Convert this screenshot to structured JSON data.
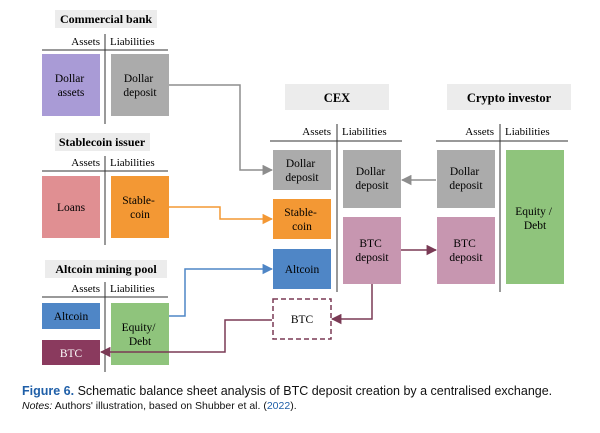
{
  "header_labels": {
    "commercial_bank": "Commercial bank",
    "stablecoin_issuer": "Stablecoin issuer",
    "altcoin_mining_pool": "Altcoin mining pool",
    "cex": "CEX",
    "crypto_investor": "Crypto investor"
  },
  "column_labels": {
    "assets": "Assets",
    "liabilities": "Liabilities"
  },
  "boxes": {
    "dollar_assets": [
      "Dollar",
      "assets"
    ],
    "dollar_deposit_bank": [
      "Dollar",
      "deposit"
    ],
    "loans": [
      "Loans"
    ],
    "stablecoin_issuer_liab": [
      "Stable-",
      "coin"
    ],
    "altcoin_pool_asset": [
      "Altcoin"
    ],
    "btc_pool_asset": [
      "BTC"
    ],
    "equity_debt_pool": [
      "Equity/",
      "Debt"
    ],
    "cex_dollar_deposit_asset": [
      "Dollar",
      "deposit"
    ],
    "cex_stablecoin_asset": [
      "Stable-",
      "coin"
    ],
    "cex_altcoin_asset": [
      "Altcoin"
    ],
    "cex_btc_asset": [
      "BTC"
    ],
    "cex_dollar_deposit_liab": [
      "Dollar",
      "deposit"
    ],
    "cex_btc_deposit_liab": [
      "BTC",
      "deposit"
    ],
    "investor_dollar_deposit": [
      "Dollar",
      "deposit"
    ],
    "investor_btc_deposit": [
      "BTC",
      "deposit"
    ],
    "investor_equity_debt": [
      "Equity /",
      "Debt"
    ]
  },
  "colors": {
    "purple": "#a99bd6",
    "gray": "#ababab",
    "pink": "#e08f92",
    "orange": "#f39834",
    "blue": "#4f86c6",
    "wine": "#8a3a5e",
    "green": "#8fc47c",
    "mauve": "#c796b0",
    "header_bg": "#ececec",
    "arrow_gray": "#8d8d8d",
    "arrow_orange": "#f39834",
    "arrow_blue": "#4f86c6",
    "arrow_wine": "#7a3a55"
  },
  "caption": {
    "figure_label": "Figure 6.",
    "figure_text": "Schematic balance sheet analysis of BTC deposit creation by a centralised exchange.",
    "notes_label": "Notes:",
    "notes_text": "Authors' illustration, based on Shubber et al. (",
    "notes_year": "2022",
    "notes_end": ")."
  }
}
